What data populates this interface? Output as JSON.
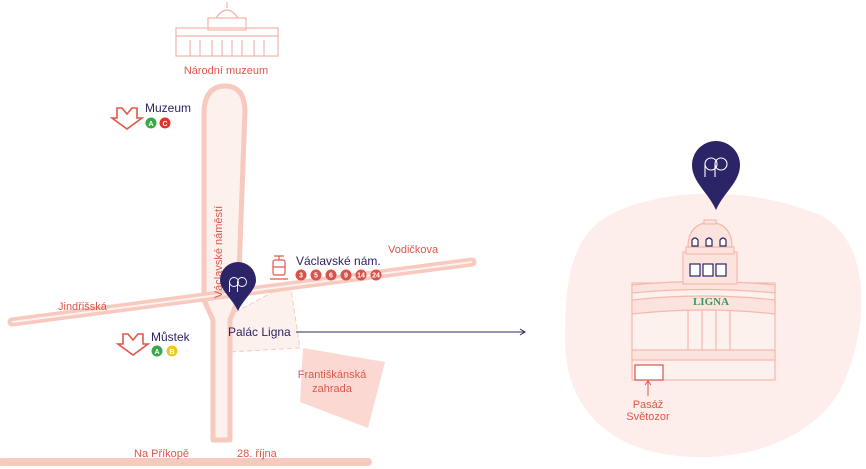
{
  "landmarks": {
    "museum": "Národní muzeum",
    "square": "Václavské náměstí",
    "garden_line1": "Františkánská",
    "garden_line2": "zahrada",
    "destination": "Palác Ligna",
    "building_sign": "LIGNA",
    "passage_line1": "Pasáž",
    "passage_line2": "Světozor"
  },
  "streets": {
    "jindrisska": "Jindřišská",
    "vodickova": "Vodičkova",
    "na_prikope": "Na Příkopě",
    "rijna": "28. října"
  },
  "metro": [
    {
      "name": "Muzeum",
      "lines": [
        {
          "label": "A",
          "color": "#3aa845"
        },
        {
          "label": "C",
          "color": "#e0332f"
        }
      ]
    },
    {
      "name": "Můstek",
      "lines": [
        {
          "label": "A",
          "color": "#3aa845"
        },
        {
          "label": "B",
          "color": "#f2c81e"
        }
      ]
    }
  ],
  "tram": {
    "name": "Václavské nám.",
    "lines": [
      "3",
      "5",
      "6",
      "9",
      "14",
      "24"
    ]
  },
  "colors": {
    "road": "#f7c9bf",
    "accent": "#e0574a",
    "navy": "#2b2466",
    "sign": "#3a9a5b"
  }
}
